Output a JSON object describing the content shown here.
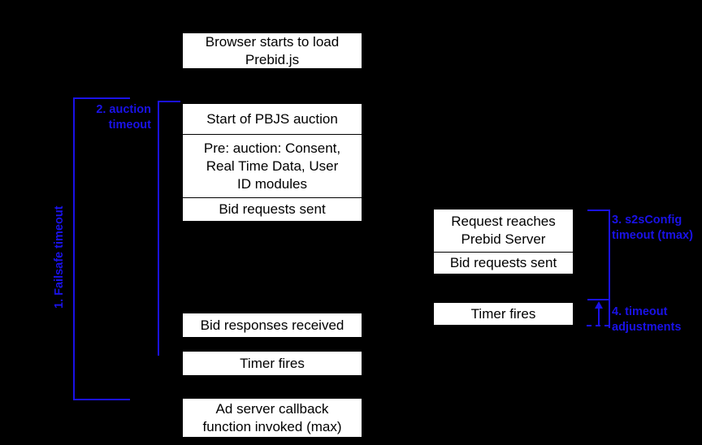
{
  "diagram": {
    "title": "Prebid.js timeout sequence diagram",
    "background_color": "#000000",
    "box_fill": "#ffffff",
    "box_text_color": "#000000",
    "annotation_color": "#1a12e8"
  },
  "client_column": {
    "boxes": [
      {
        "id": "browser-load",
        "label": "Browser starts to load\nPrebid.js"
      },
      {
        "id": "auction-start",
        "label": "Start of PBJS auction"
      },
      {
        "id": "pre-auction",
        "label": "Pre: auction: Consent,\nReal Time Data, User\nID modules"
      },
      {
        "id": "bid-requests-sent",
        "label": "Bid requests sent"
      },
      {
        "id": "bid-responses-received",
        "label": "Bid responses received"
      },
      {
        "id": "timer-fires-client",
        "label": "Timer fires"
      },
      {
        "id": "ad-server-callback",
        "label": "Ad server callback\nfunction invoked (max)"
      }
    ]
  },
  "server_column": {
    "boxes": [
      {
        "id": "request-reaches-server",
        "label": "Request reaches\nPrebid Server"
      },
      {
        "id": "server-bid-requests-sent",
        "label": "Bid requests sent"
      },
      {
        "id": "timer-fires-server",
        "label": "Timer fires"
      }
    ]
  },
  "annotations": [
    {
      "id": "failsafe-timeout",
      "number": "1.",
      "label": "1. Failsafe timeout",
      "orientation": "vertical"
    },
    {
      "id": "auction-timeout",
      "number": "2.",
      "label": "2. auction\ntimeout",
      "orientation": "horizontal"
    },
    {
      "id": "s2sconfig-timeout",
      "number": "3.",
      "label": "3. s2sConfig\ntimeout (tmax)",
      "orientation": "horizontal"
    },
    {
      "id": "timeout-adjustments",
      "number": "4.",
      "label": "4. timeout\nadjustments",
      "orientation": "horizontal"
    }
  ]
}
